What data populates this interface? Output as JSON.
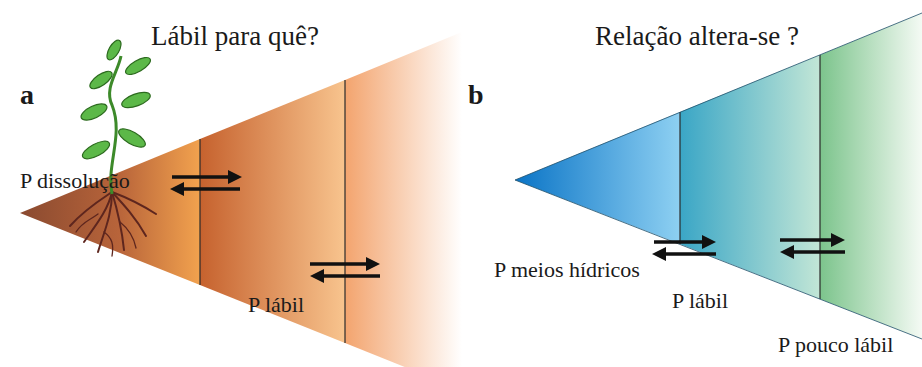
{
  "diagram": {
    "labels": [
      "Lábil para quê?",
      "a",
      "P dissolução",
      "P lábil",
      "Relação altera-se ?",
      "b",
      "P meios hídricos",
      "P lábil",
      "P pouco lábil"
    ]
  }
}
